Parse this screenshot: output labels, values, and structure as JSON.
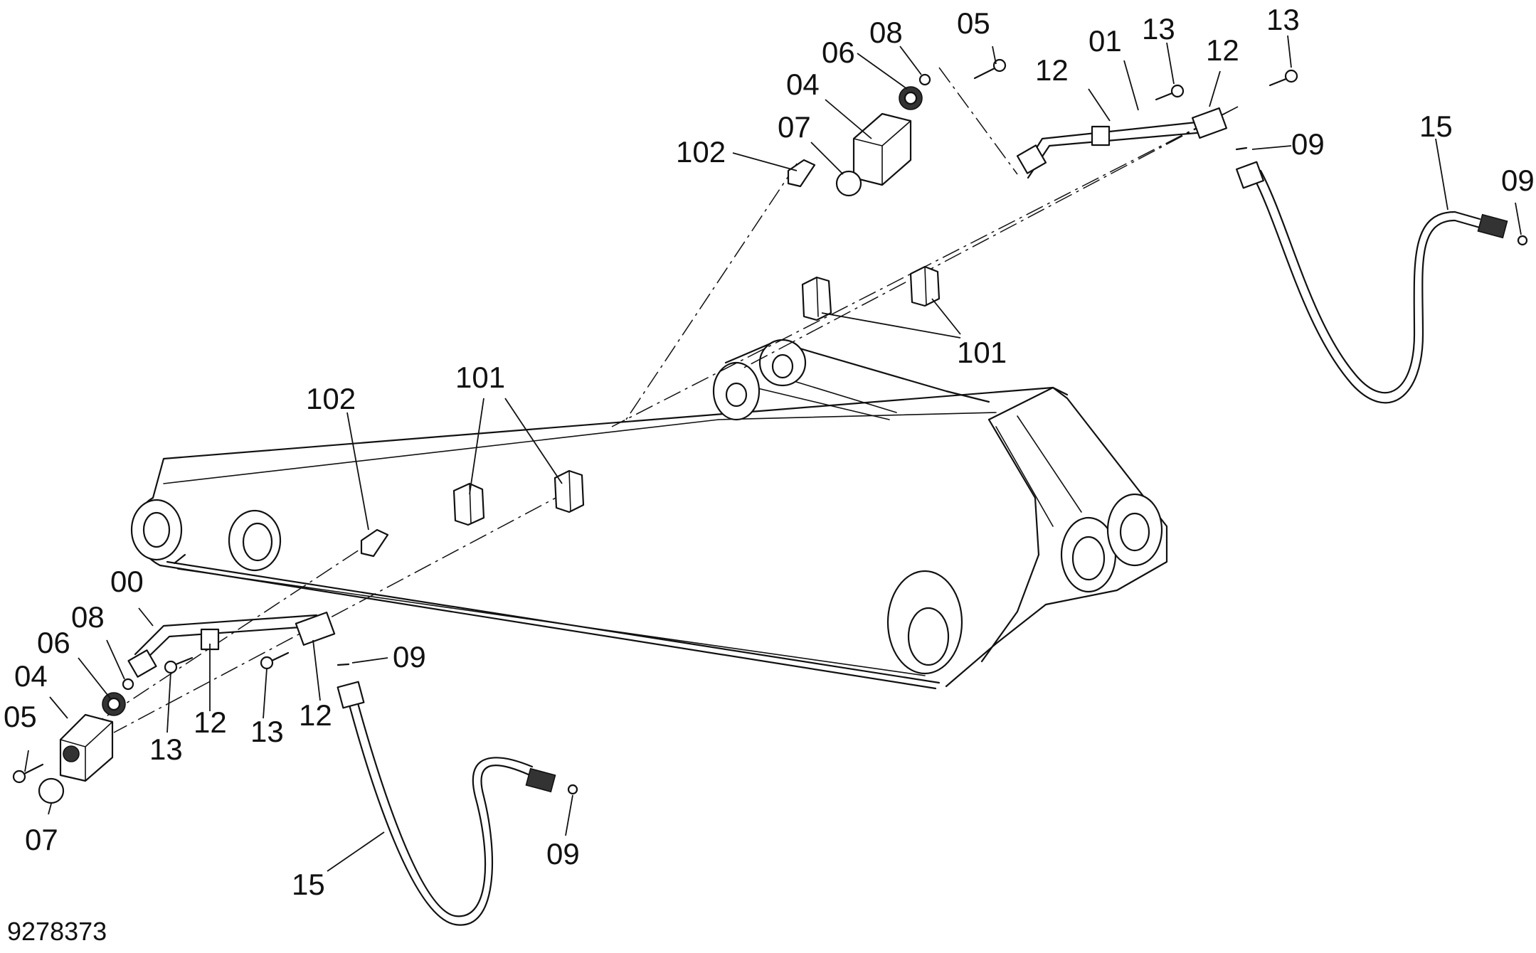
{
  "drawing_number": "9278373",
  "callouts": [
    {
      "id": "c-05-top",
      "text": "05"
    },
    {
      "id": "c-08-top",
      "text": "08"
    },
    {
      "id": "c-06-top",
      "text": "06"
    },
    {
      "id": "c-04-top",
      "text": "04"
    },
    {
      "id": "c-07-top",
      "text": "07"
    },
    {
      "id": "c-102-top",
      "text": "102"
    },
    {
      "id": "c-12-top-left",
      "text": "12"
    },
    {
      "id": "c-01",
      "text": "01"
    },
    {
      "id": "c-13-top-left",
      "text": "13"
    },
    {
      "id": "c-12-top-right",
      "text": "12"
    },
    {
      "id": "c-13-top-right",
      "text": "13"
    },
    {
      "id": "c-09-top",
      "text": "09"
    },
    {
      "id": "c-15-right",
      "text": "15"
    },
    {
      "id": "c-09-right",
      "text": "09"
    },
    {
      "id": "c-101-right",
      "text": "101"
    },
    {
      "id": "c-101-mid",
      "text": "101"
    },
    {
      "id": "c-102-mid",
      "text": "102"
    },
    {
      "id": "c-00",
      "text": "00"
    },
    {
      "id": "c-08-left",
      "text": "08"
    },
    {
      "id": "c-06-left",
      "text": "06"
    },
    {
      "id": "c-04-left",
      "text": "04"
    },
    {
      "id": "c-05-left",
      "text": "05"
    },
    {
      "id": "c-07-left",
      "text": "07"
    },
    {
      "id": "c-13-bottom-left",
      "text": "13"
    },
    {
      "id": "c-12-bottom-left",
      "text": "12"
    },
    {
      "id": "c-13-bottom-right",
      "text": "13"
    },
    {
      "id": "c-12-bottom-right",
      "text": "12"
    },
    {
      "id": "c-09-mid",
      "text": "09"
    },
    {
      "id": "c-15-bottom",
      "text": "15"
    },
    {
      "id": "c-09-bottom",
      "text": "09"
    }
  ]
}
